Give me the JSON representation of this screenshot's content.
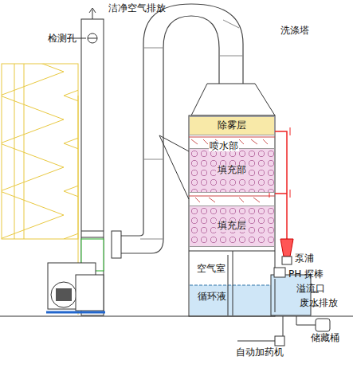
{
  "diagram": {
    "nodes": [
      {
        "text": [
          "除雾层"
        ]
      },
      {
        "text": [
          "填充部"
        ]
      },
      {
        "text": [
          "填充层"
        ]
      }
    ],
    "labels": [
      "洁净空气排放",
      "检测孔",
      "洗涤塔",
      "喷水部",
      "泵浦",
      "PH 探棒",
      "溢流口",
      "废水排放",
      "储藏桶",
      "自动加药机",
      "空气室",
      "循环液"
    ]
  }
}
